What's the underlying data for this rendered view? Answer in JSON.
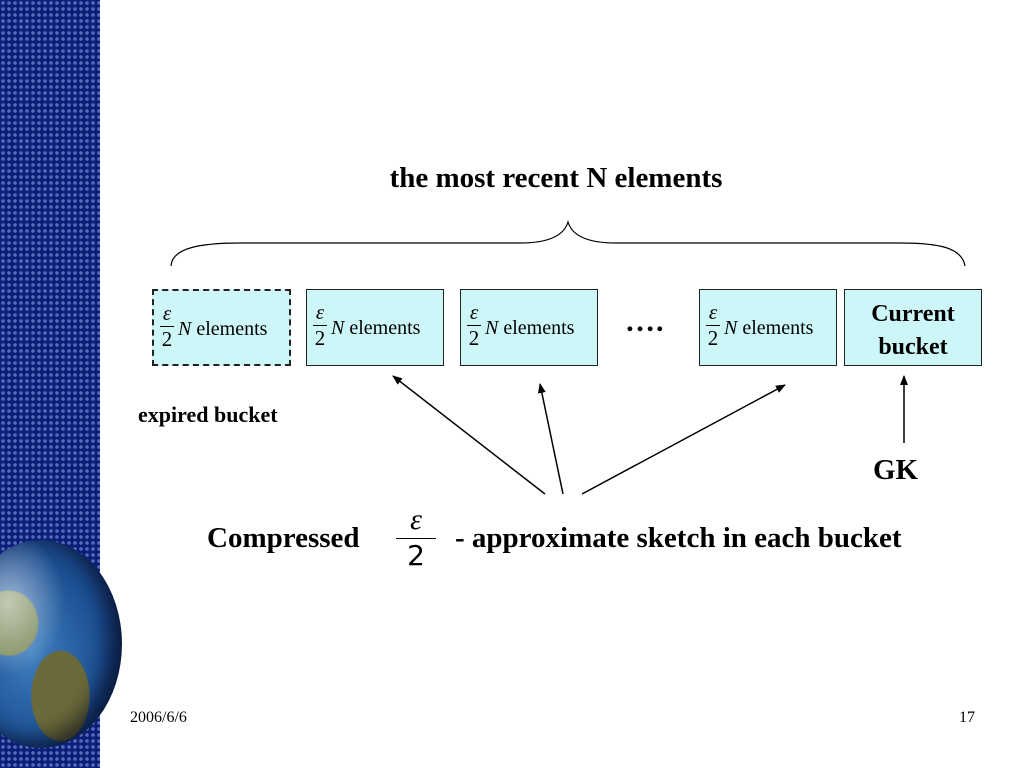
{
  "slide": {
    "title": "the most recent N elements",
    "ellipsis": "….",
    "expired_caption": "expired bucket",
    "gk_label": "GK",
    "compressed_prefix": "Compressed",
    "compressed_suffix": "- approximate sketch in each bucket",
    "epsilon_symbol": "ε",
    "fraction_denominator": "2",
    "footer_date": "2006/6/6",
    "page_number": "17"
  },
  "buckets": [
    {
      "type": "expired",
      "n_symbol": "N",
      "label": "elements"
    },
    {
      "type": "normal",
      "n_symbol": "N",
      "label": "elements"
    },
    {
      "type": "normal",
      "n_symbol": "N",
      "label": "elements"
    },
    {
      "type": "normal",
      "n_symbol": "N",
      "label": "elements"
    },
    {
      "type": "current",
      "label": "Current bucket"
    }
  ],
  "colors": {
    "bucket_fill": "#cdf6f8",
    "sidebar": "#0b1f7a"
  }
}
